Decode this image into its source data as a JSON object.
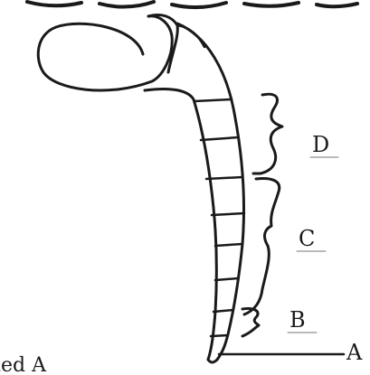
{
  "labels": {
    "A": "A",
    "B": "B",
    "C": "C",
    "D": "D"
  },
  "caption_fragment": "led A",
  "colors": {
    "ink": "#1a1a1a",
    "background": "#ffffff"
  }
}
